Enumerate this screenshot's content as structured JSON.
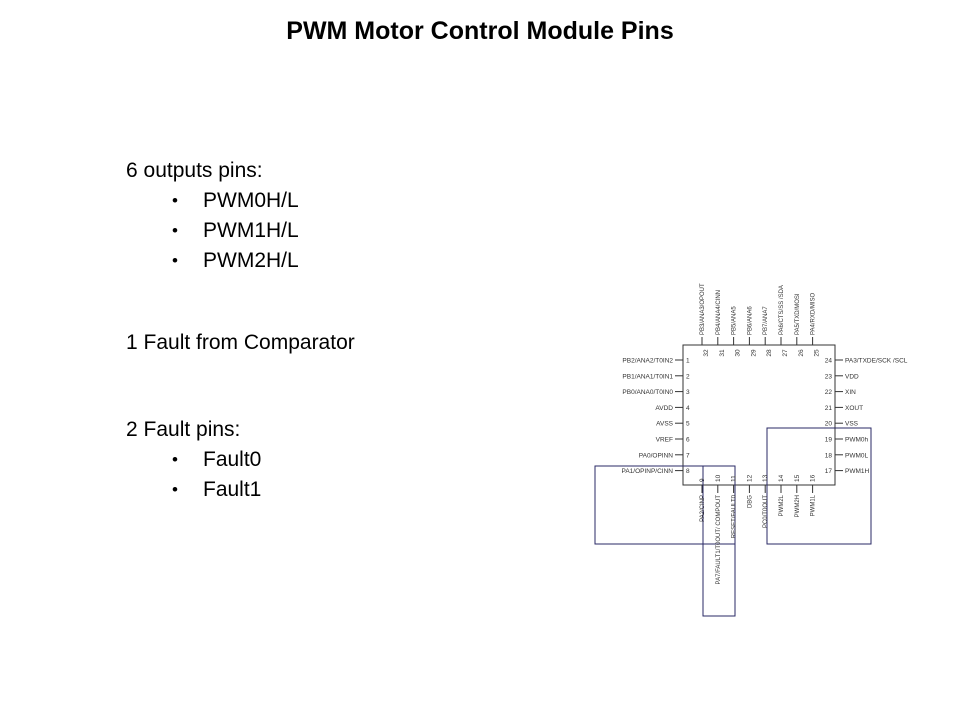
{
  "title": "PWM Motor Control Module Pins",
  "outputs": {
    "heading": "6 outputs pins:",
    "items": [
      "PWM0H/L",
      "PWM1H/L",
      "PWM2H/L"
    ]
  },
  "comparator": {
    "heading": "1 Fault from Comparator"
  },
  "fault_pins": {
    "heading": "2 Fault pins:",
    "items": [
      "Fault0",
      "Fault1"
    ]
  },
  "bullet_glyph": "•",
  "pinout": {
    "left": [
      {
        "num": "1",
        "label": "PB2/ANA2/T0IN2"
      },
      {
        "num": "2",
        "label": "PB1/ANA1/T0IN1"
      },
      {
        "num": "3",
        "label": "PB0/ANA0/T0IN0"
      },
      {
        "num": "4",
        "label": "AVDD"
      },
      {
        "num": "5",
        "label": "AVSS"
      },
      {
        "num": "6",
        "label": "VREF"
      },
      {
        "num": "7",
        "label": "PA0/OPINN"
      },
      {
        "num": "8",
        "label": "PA1/OPINP/CINN"
      }
    ],
    "right": [
      {
        "num": "24",
        "label": "PA3/TXDE/SCK /SCL"
      },
      {
        "num": "23",
        "label": "VDD"
      },
      {
        "num": "22",
        "label": "XIN"
      },
      {
        "num": "21",
        "label": "XOUT"
      },
      {
        "num": "20",
        "label": "VSS"
      },
      {
        "num": "19",
        "label": "PWM0h"
      },
      {
        "num": "18",
        "label": "PWM0L"
      },
      {
        "num": "17",
        "label": "PWM1H"
      }
    ],
    "top": [
      {
        "num": "32",
        "label": "PB3/ANA3/OPOUT"
      },
      {
        "num": "31",
        "label": "PB4/ANA4/CINN"
      },
      {
        "num": "30",
        "label": "PB5/ANA5"
      },
      {
        "num": "29",
        "label": "PB6/ANA6"
      },
      {
        "num": "28",
        "label": "PB7/ANA7"
      },
      {
        "num": "27",
        "label": "PA6/CTS/SS /SDA"
      },
      {
        "num": "26",
        "label": "PA5/TXD/MOSI"
      },
      {
        "num": "25",
        "label": "PA4/RXD/MISO"
      }
    ],
    "bottom": [
      {
        "num": "9",
        "label": "PA2/CINP"
      },
      {
        "num": "10",
        "label": "PA7/FAULT1/T0OUT/ COMPOUT"
      },
      {
        "num": "11",
        "label": "RESET/FAULT0"
      },
      {
        "num": "12",
        "label": "DBG"
      },
      {
        "num": "13",
        "label": "PC0/T0OUT"
      },
      {
        "num": "14",
        "label": "PWM2L"
      },
      {
        "num": "15",
        "label": "PWM2H"
      },
      {
        "num": "16",
        "label": "PWM1L"
      }
    ]
  }
}
